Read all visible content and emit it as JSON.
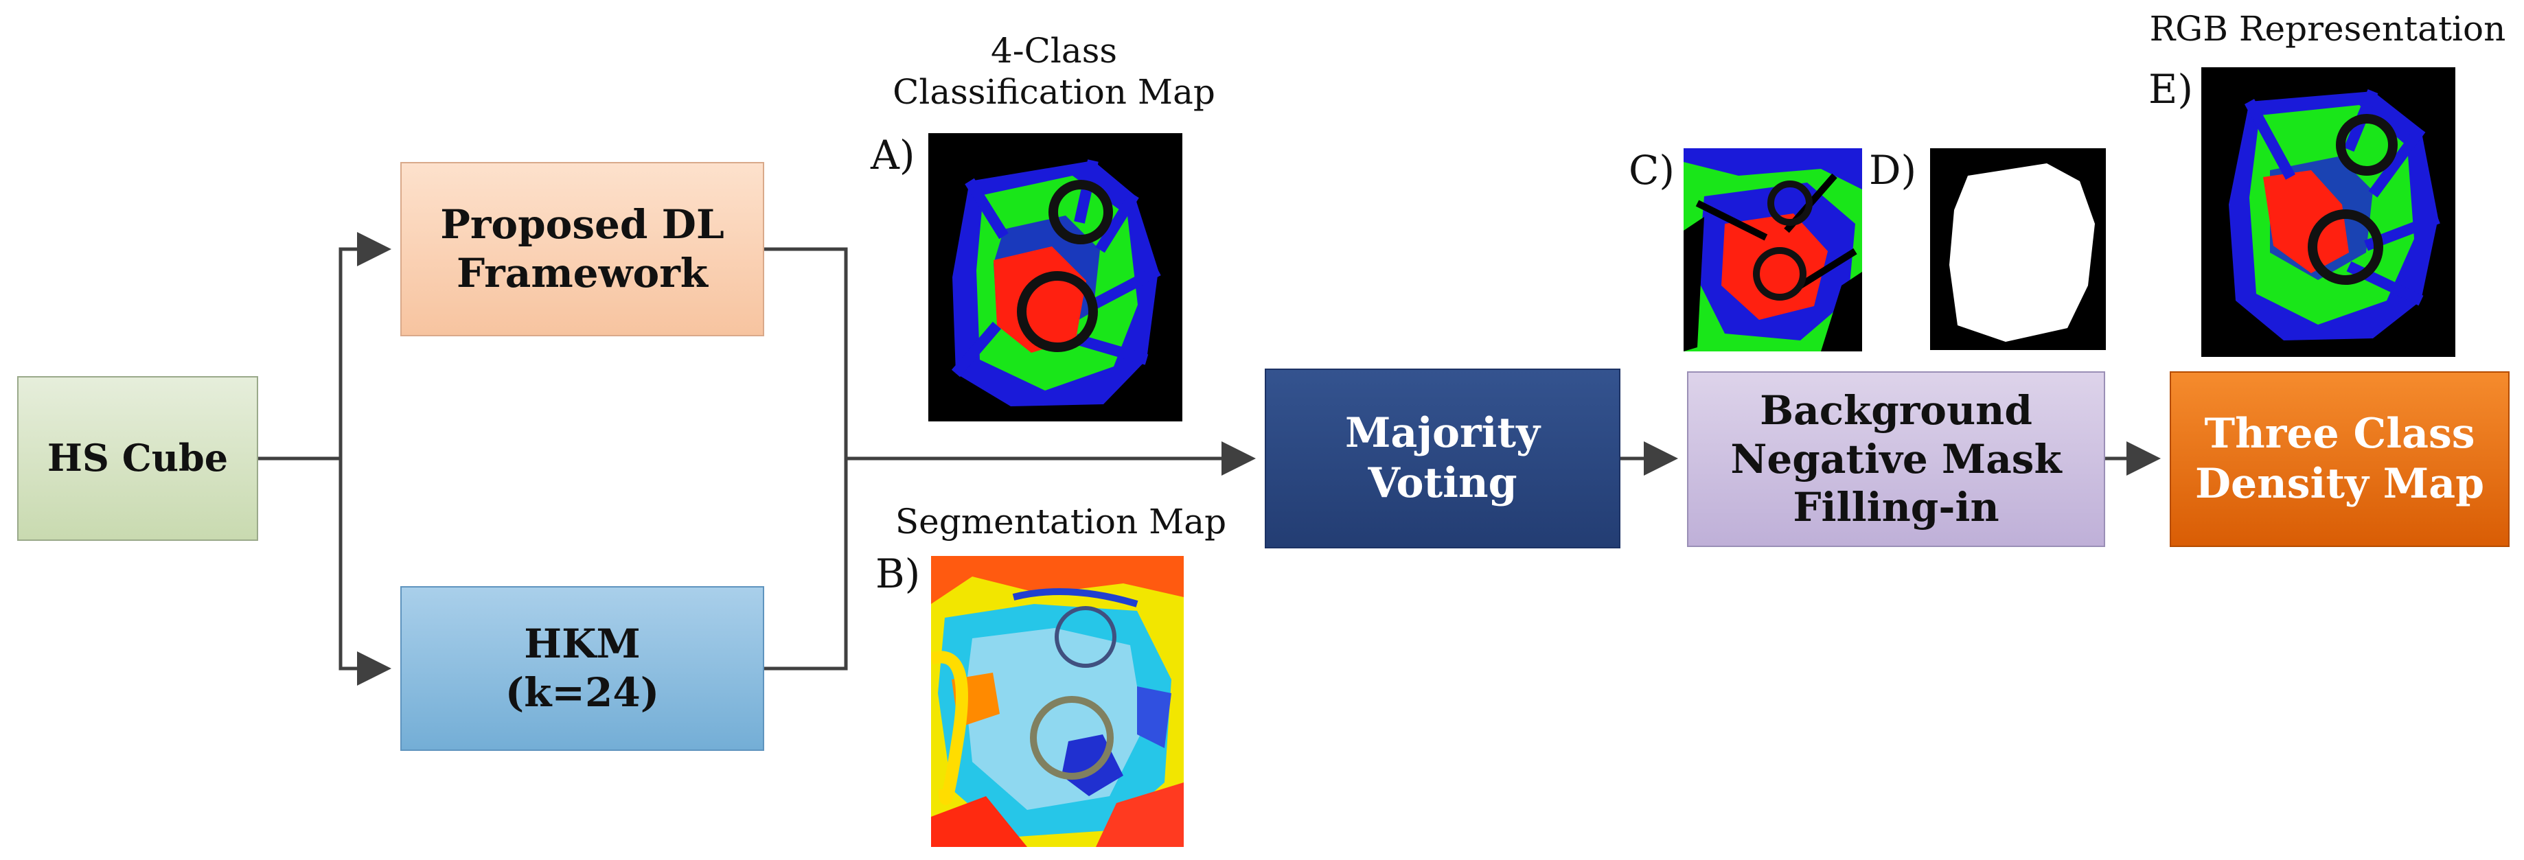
{
  "nodes": {
    "hs_cube": [
      "HS Cube"
    ],
    "dl_framework": [
      "Proposed DL",
      "Framework"
    ],
    "hkm": [
      "HKM",
      "(k=24)"
    ],
    "majority_voting": [
      "Majority",
      "Voting"
    ],
    "background_mask": [
      "Background",
      "Negative Mask",
      "Filling-in"
    ],
    "density_map": [
      "Three Class",
      "Density Map"
    ]
  },
  "figures": {
    "a": {
      "letter": "A)",
      "caption": [
        "4-Class",
        "Classification Map"
      ]
    },
    "b": {
      "letter": "B)",
      "caption": [
        "Segmentation Map"
      ]
    },
    "c": {
      "letter": "C)"
    },
    "d": {
      "letter": "D)"
    },
    "e": {
      "letter": "E)",
      "caption": [
        "RGB Representation"
      ]
    }
  },
  "colors": {
    "arrow": "#404040",
    "class_green": "#19e619",
    "class_blue": "#1a1ad9",
    "class_red": "#ff2010",
    "mask_white": "#ffffff",
    "background_black": "#000000"
  }
}
